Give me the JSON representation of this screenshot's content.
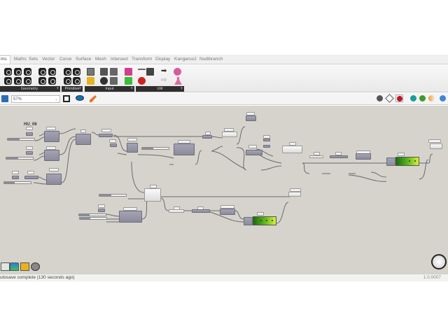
{
  "tabs": [
    "ms",
    "Maths",
    "Sets",
    "Vector",
    "Curve",
    "Surface",
    "Mesh",
    "Intersect",
    "Transform",
    "Display",
    "Kangaroo2",
    "Nudibranch"
  ],
  "active_tab": "ms",
  "ribbon": {
    "groups": [
      {
        "label": "Geometry",
        "expand": "+"
      },
      {
        "label": "Primitive",
        "expand": "+"
      },
      {
        "label": "Input",
        "expand": "+"
      },
      {
        "label": "Util",
        "expand": "+"
      }
    ]
  },
  "toolbar": {
    "zoom_value": "57%",
    "dropdown_glyph": "⌄"
  },
  "canvas": {
    "group_title": "HU_06",
    "colors": {
      "background": "#d6d3cc",
      "node": "#9a99aa",
      "gradient_start": "#1a6d0f",
      "gradient_end": "#d6f23a"
    }
  },
  "status": {
    "message": "utosave complete (130 seconds ago)",
    "version": "1.0.0007"
  }
}
